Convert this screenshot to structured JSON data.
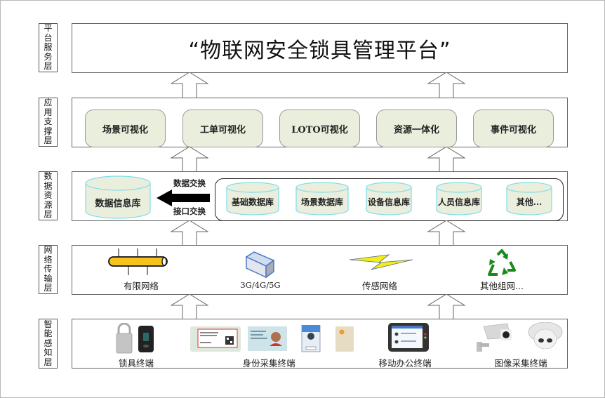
{
  "title": "“物联网安全锁具管理平台”",
  "side_labels": {
    "platform": [
      "平",
      "台",
      "服",
      "务",
      "层"
    ],
    "application": [
      "应",
      "用",
      "支",
      "撑",
      "层"
    ],
    "data": [
      "数",
      "据",
      "资",
      "源",
      "层"
    ],
    "network": [
      "网",
      "络",
      "传",
      "输",
      "层"
    ],
    "perception": [
      "智",
      "能",
      "感",
      "知",
      "层"
    ]
  },
  "application_layer": {
    "items": [
      "场景可视化",
      "工单可视化",
      "LOTO可视化",
      "资源一体化",
      "事件可视化"
    ]
  },
  "data_layer": {
    "main_db": "数据信息库",
    "exchange_top": "数据交换",
    "exchange_bottom": "接口交换",
    "databases": [
      "基础数据库",
      "场景数据库",
      "设备信息库",
      "人员信息库",
      "其他..."
    ]
  },
  "network_layer": {
    "items": [
      {
        "label": "有限网络",
        "icon": "wired-network-icon"
      },
      {
        "label": "3G/4G/5G",
        "icon": "cellular-box-icon"
      },
      {
        "label": "传感网络",
        "icon": "lightning-bolt-icon"
      },
      {
        "label": "其他组网...",
        "icon": "recycle-icon"
      }
    ]
  },
  "perception_layer": {
    "items": [
      {
        "label": "锁具终端",
        "icon": "padlock-device-icon"
      },
      {
        "label": "身份采集终端",
        "icon": "id-card-icon"
      },
      {
        "label": "移动办公终端",
        "icon": "tablet-icon"
      },
      {
        "label": "图像采集终端",
        "icon": "camera-icon"
      }
    ]
  },
  "colors": {
    "app_box_fill": "#eaeedd",
    "cylinder_stroke": "#7fdde8",
    "cylinder_fill": "#eaeedd",
    "wired_tube": "#f6c21c",
    "bolt": "#f2ee1a",
    "recycle": "#1a8a1a",
    "box_blue": "#4a78c8"
  }
}
